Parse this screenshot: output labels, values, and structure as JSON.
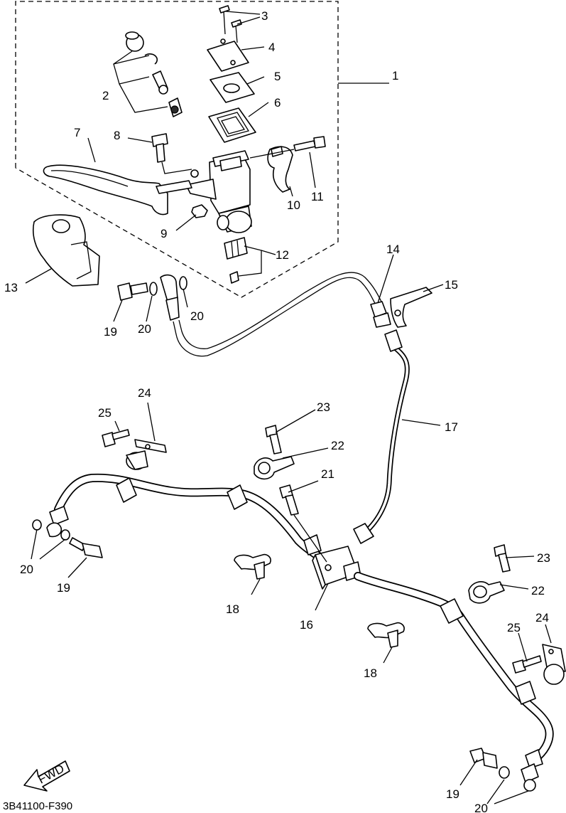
{
  "diagram_code": "3B41100-F390",
  "fwd_label": "FWD",
  "callouts": {
    "c1": "1",
    "c2": "2",
    "c3": "3",
    "c4": "4",
    "c5": "5",
    "c6": "6",
    "c7": "7",
    "c8": "8",
    "c9": "9",
    "c10": "10",
    "c11": "11",
    "c12": "12",
    "c13": "13",
    "c14": "14",
    "c15": "15",
    "c16": "16",
    "c17": "17",
    "c18a": "18",
    "c18b": "18",
    "c19a": "19",
    "c19b": "19",
    "c19c": "19",
    "c20a": "20",
    "c20b": "20",
    "c20c": "20",
    "c20d": "20",
    "c21": "21",
    "c22a": "22",
    "c22b": "22",
    "c23a": "23",
    "c23b": "23",
    "c24a": "24",
    "c24b": "24",
    "c25a": "25",
    "c25b": "25"
  }
}
